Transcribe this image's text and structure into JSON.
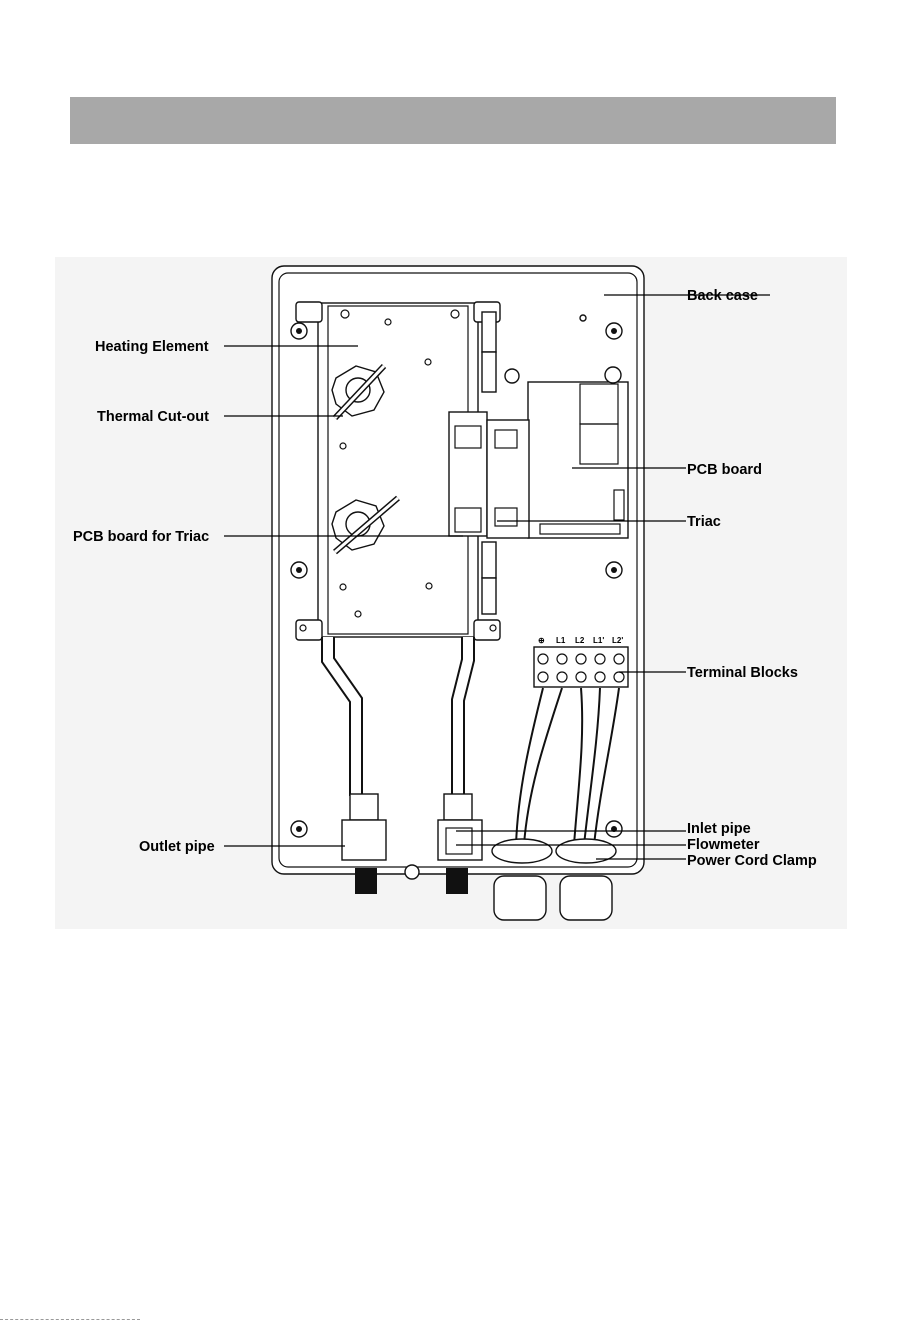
{
  "header": {
    "title": ""
  },
  "diagram": {
    "labels": {
      "back_case": "Back case",
      "heating_element": "Heating Element",
      "thermal_cutout": "Thermal Cut-out",
      "pcb_board": "PCB board",
      "triac": "Triac",
      "pcb_board_triac": "PCB board for Triac",
      "terminal_blocks": "Terminal Blocks",
      "inlet_pipe": "Inlet pipe",
      "flowmeter": "Flowmeter",
      "power_cord_clamp": "Power Cord Clamp",
      "outlet_pipe": "Outlet pipe"
    },
    "terminal_marks": [
      "⊕",
      "L1",
      "L2",
      "L1'",
      "L2'"
    ]
  }
}
